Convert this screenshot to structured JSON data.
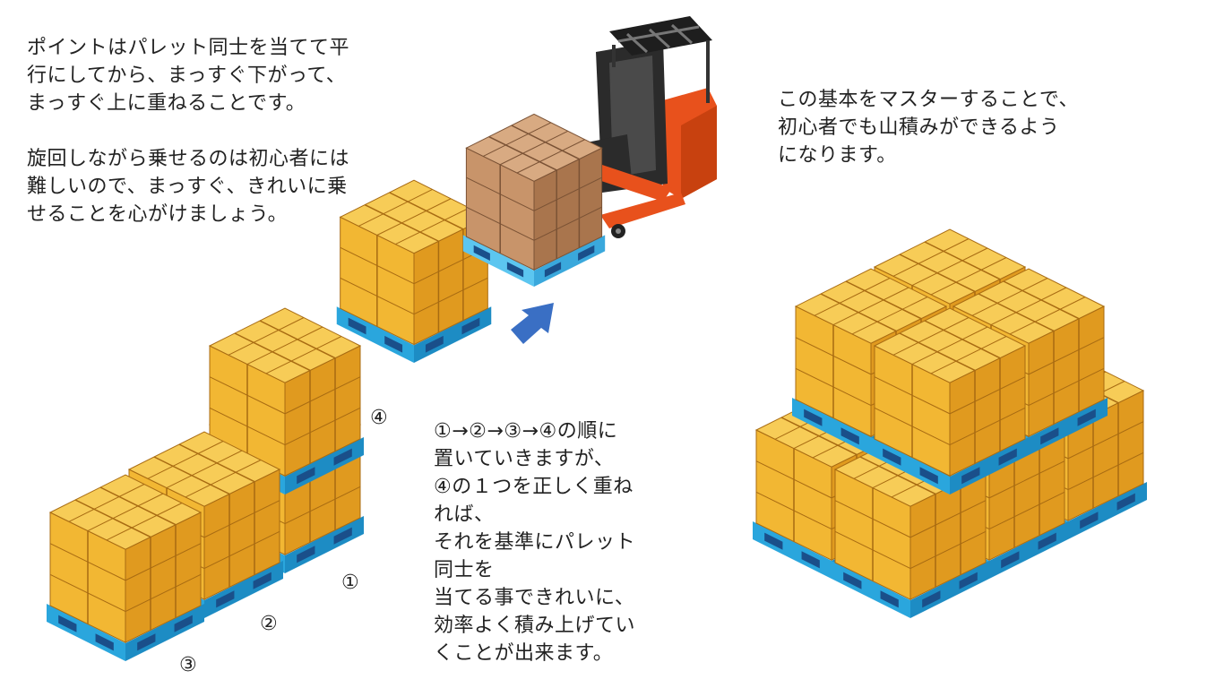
{
  "left_text": {
    "paragraph1": [
      "ポイントはパレット同士を当てて平",
      "行にしてから、まっすぐ下がって、",
      "まっすぐ上に重ねることです。"
    ],
    "paragraph2": [
      "旋回しながら乗せるのは初心者には",
      "難しいので、まっすぐ、きれいに乗",
      "せることを心がけましょう。"
    ]
  },
  "right_text": [
    "この基本をマスターすることで、",
    "初心者でも山積みができるよう",
    "になります。"
  ],
  "middle_text": [
    "①→②→③→④の順に",
    "置いていきますが、",
    "④の１つを正しく重ね",
    "れば、",
    "それを基準にパレット",
    "同士を",
    "当てる事できれいに、",
    "効率よく積み上げてい",
    "くことが出来ます。"
  ],
  "step_labels": {
    "one": "①",
    "two": "②",
    "three": "③",
    "four": "④"
  },
  "colors": {
    "pallet": "#2aa6dd",
    "box": "#f2b733",
    "cargo": "#b98356",
    "forklift": "#e8511c",
    "arrow": "#3a6fc4"
  }
}
